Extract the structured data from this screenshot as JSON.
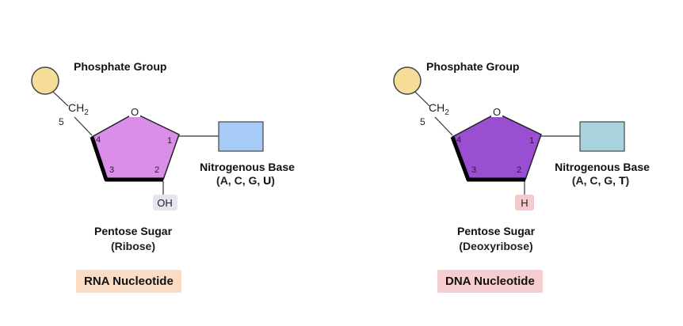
{
  "rna": {
    "phosphate_label": "Phosphate Group",
    "ch2": "CH",
    "ch2_sub": "2",
    "carbon5": "5",
    "oxygen": "O",
    "carbon1": "1",
    "carbon2": "2",
    "carbon3": "3",
    "carbon4": "4",
    "hydroxyl": "OH",
    "base_label": "Nitrogenous Base",
    "base_letters_pre": "(A, C, G, ",
    "base_letters_special": "U",
    "base_letters_post": ")",
    "sugar_label": "Pentose Sugar",
    "sugar_type": "(Ribose)",
    "badge": "RNA Nucleotide"
  },
  "dna": {
    "phosphate_label": "Phosphate Group",
    "ch2": "CH",
    "ch2_sub": "2",
    "carbon5": "5",
    "oxygen": "O",
    "carbon1": "1",
    "carbon2": "2",
    "carbon3": "3",
    "carbon4": "4",
    "hydrogen": "H",
    "base_label": "Nitrogenous Base",
    "base_letters_pre": "(A, C, G, ",
    "base_letters_special": "T",
    "base_letters_post": ")",
    "sugar_label": "Pentose Sugar",
    "sugar_type": "(Deoxyribose)",
    "badge": "DNA Nucleotide"
  },
  "colors": {
    "phosphate_fill": "#f6dd98",
    "ribose_fill": "#da8ee9",
    "deoxyribose_fill": "#9a4fd2",
    "rna_base_fill": "#a7cbf7",
    "dna_base_fill": "#a9d3de",
    "rna_badge_bg": "#f9dcc3",
    "dna_badge_bg": "#f6cdd0",
    "oh_bg": "#e6e4ef",
    "h_bg": "#f6c9cc"
  }
}
